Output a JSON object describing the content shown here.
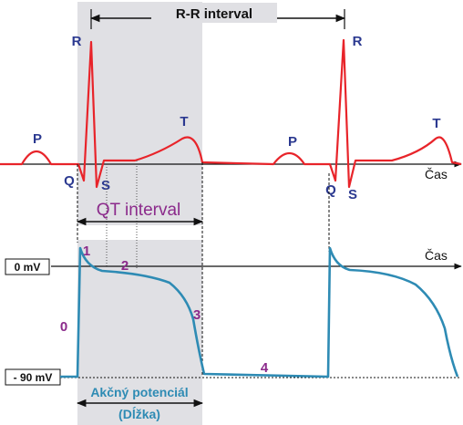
{
  "rr_interval": "R-R interval",
  "qt_interval": "QT interval",
  "time_axis_label": "Čas",
  "voltage_labels": {
    "zero": "0 mV",
    "minus90": "- 90 mV"
  },
  "wave_labels": {
    "p": "P",
    "q": "Q",
    "r": "R",
    "s": "S",
    "t": "T"
  },
  "phase_labels": [
    "0",
    "1",
    "2",
    "3",
    "4"
  ],
  "action_potential_label": {
    "line1": "Akčný potenciál",
    "line2": "(Dĺžka)"
  },
  "colors": {
    "ecg_trace": "#e8242a",
    "action_potential_trace": "#2e8bb4",
    "phase_labels": "#8b2a8b",
    "wave_labels": "#2b3990",
    "shaded_band": "#e0e0e4"
  }
}
